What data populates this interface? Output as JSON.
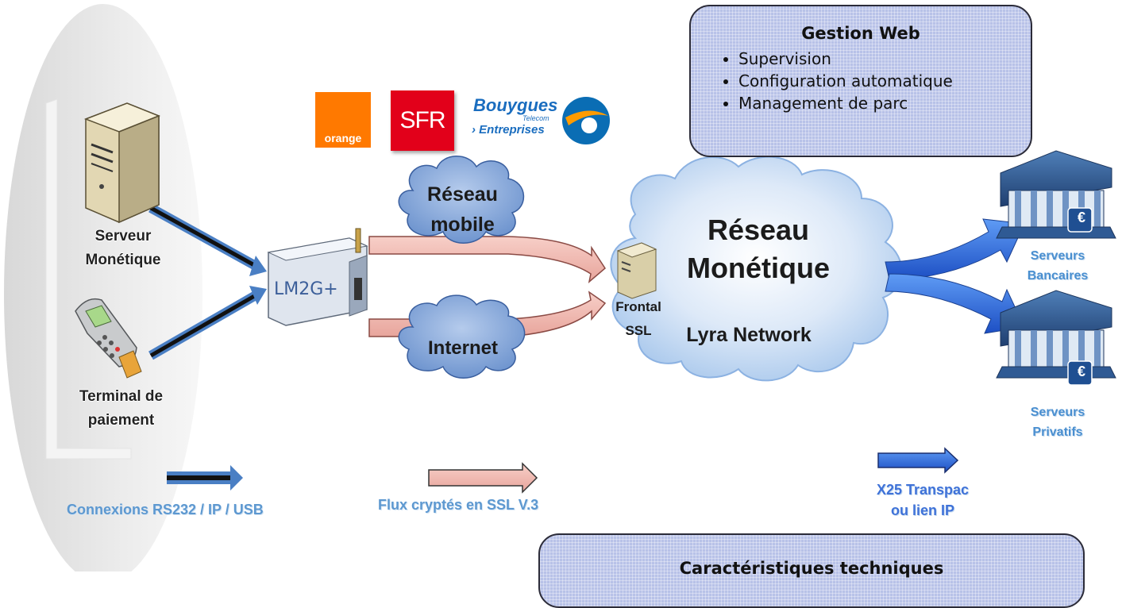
{
  "devices": {
    "server_label_1": "Serveur",
    "server_label_2": "Monétique",
    "terminal_label_1": "Terminal de",
    "terminal_label_2": "paiement",
    "modem_label": "LM2G+"
  },
  "operators": {
    "orange": "orange",
    "sfr": "SFR",
    "bouygues_1": "Bouygues",
    "bouygues_2": "Telecom",
    "bouygues_3": "› Entreprises"
  },
  "clouds": {
    "mobile_1": "Réseau",
    "mobile_2": "mobile",
    "internet": "Internet",
    "main_1": "Réseau",
    "main_2": "Monétique",
    "main_sub": "Lyra Network",
    "frontal_1": "Frontal",
    "frontal_2": "SSL"
  },
  "web_box": {
    "title": "Gestion Web",
    "items": [
      "Supervision",
      "Configuration automatique",
      "Management de parc"
    ]
  },
  "tech_box": {
    "title": "Caractéristiques techniques"
  },
  "servers": {
    "bank_1": "Serveurs",
    "bank_2": "Bancaires",
    "private_1": "Serveurs",
    "private_2": "Privatifs",
    "euro": "€"
  },
  "legend": {
    "rs232": "Connexions RS232 / IP / USB",
    "ssl": "Flux cryptés en SSL V.3",
    "x25_1": "X25 Transpac",
    "x25_2": "ou lien IP"
  },
  "colors": {
    "rs232_arrow": "#4a7fc4",
    "ssl_arrow": "#f0b8b0",
    "x25_arrow": "#2e6fe0",
    "cloud": "#cfe0f5",
    "box": "#b8c2e8"
  }
}
